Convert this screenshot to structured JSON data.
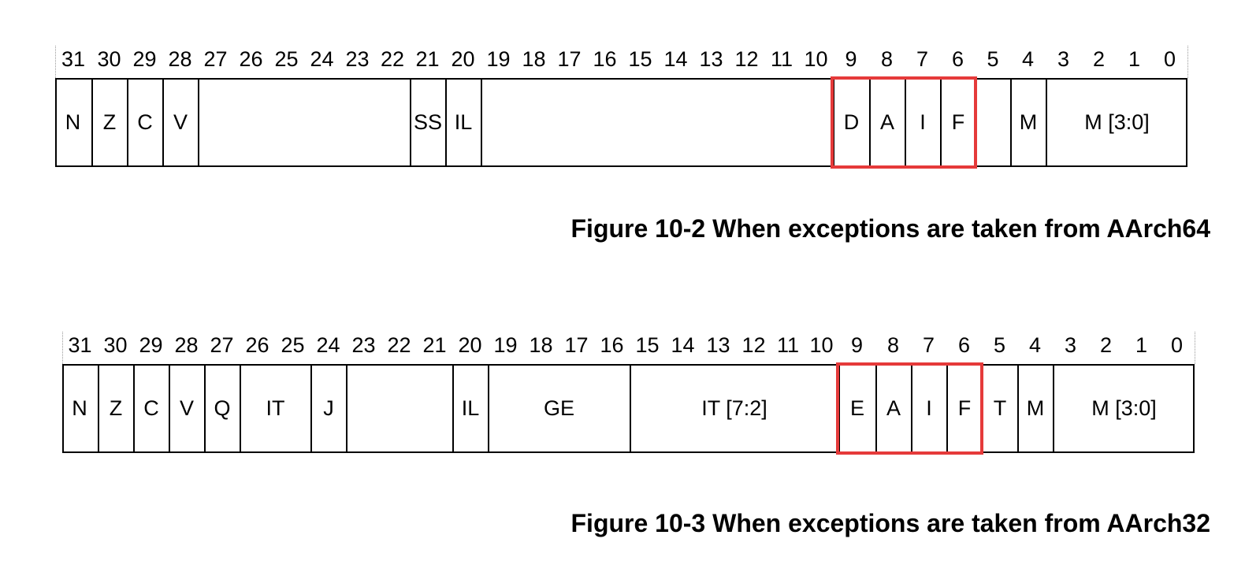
{
  "bit_numbers": [
    "31",
    "30",
    "29",
    "28",
    "27",
    "26",
    "25",
    "24",
    "23",
    "22",
    "21",
    "20",
    "19",
    "18",
    "17",
    "16",
    "15",
    "14",
    "13",
    "12",
    "11",
    "10",
    "9",
    "8",
    "7",
    "6",
    "5",
    "4",
    "3",
    "2",
    "1",
    "0"
  ],
  "figures": [
    {
      "caption": "Figure 10-2 When exceptions are taken from AArch64",
      "fields": [
        {
          "label": "N",
          "hi": 31,
          "lo": 31
        },
        {
          "label": "Z",
          "hi": 30,
          "lo": 30
        },
        {
          "label": "C",
          "hi": 29,
          "lo": 29
        },
        {
          "label": "V",
          "hi": 28,
          "lo": 28
        },
        {
          "label": "",
          "hi": 27,
          "lo": 22
        },
        {
          "label": "SS",
          "hi": 21,
          "lo": 21
        },
        {
          "label": "IL",
          "hi": 20,
          "lo": 20
        },
        {
          "label": "",
          "hi": 19,
          "lo": 10
        },
        {
          "label": "D",
          "hi": 9,
          "lo": 9
        },
        {
          "label": "A",
          "hi": 8,
          "lo": 8
        },
        {
          "label": "I",
          "hi": 7,
          "lo": 7
        },
        {
          "label": "F",
          "hi": 6,
          "lo": 6
        },
        {
          "label": "",
          "hi": 5,
          "lo": 5
        },
        {
          "label": "M",
          "hi": 4,
          "lo": 4
        },
        {
          "label": "M [3:0]",
          "hi": 3,
          "lo": 0
        }
      ],
      "highlight_bits": [
        9,
        6
      ],
      "highlight_color": "#e53a3a"
    },
    {
      "caption": "Figure 10-3 When exceptions are taken from AArch32",
      "fields": [
        {
          "label": "N",
          "hi": 31,
          "lo": 31
        },
        {
          "label": "Z",
          "hi": 30,
          "lo": 30
        },
        {
          "label": "C",
          "hi": 29,
          "lo": 29
        },
        {
          "label": "V",
          "hi": 28,
          "lo": 28
        },
        {
          "label": "Q",
          "hi": 27,
          "lo": 27
        },
        {
          "label": "IT",
          "hi": 26,
          "lo": 25
        },
        {
          "label": "J",
          "hi": 24,
          "lo": 24
        },
        {
          "label": "",
          "hi": 23,
          "lo": 21
        },
        {
          "label": "IL",
          "hi": 20,
          "lo": 20
        },
        {
          "label": "GE",
          "hi": 19,
          "lo": 16
        },
        {
          "label": "IT [7:2]",
          "hi": 15,
          "lo": 10
        },
        {
          "label": "E",
          "hi": 9,
          "lo": 9
        },
        {
          "label": "A",
          "hi": 8,
          "lo": 8
        },
        {
          "label": "I",
          "hi": 7,
          "lo": 7
        },
        {
          "label": "F",
          "hi": 6,
          "lo": 6
        },
        {
          "label": "T",
          "hi": 5,
          "lo": 5
        },
        {
          "label": "M",
          "hi": 4,
          "lo": 4
        },
        {
          "label": "M [3:0]",
          "hi": 3,
          "lo": 0
        }
      ],
      "highlight_bits": [
        9,
        6
      ],
      "highlight_color": "#e53a3a"
    }
  ]
}
